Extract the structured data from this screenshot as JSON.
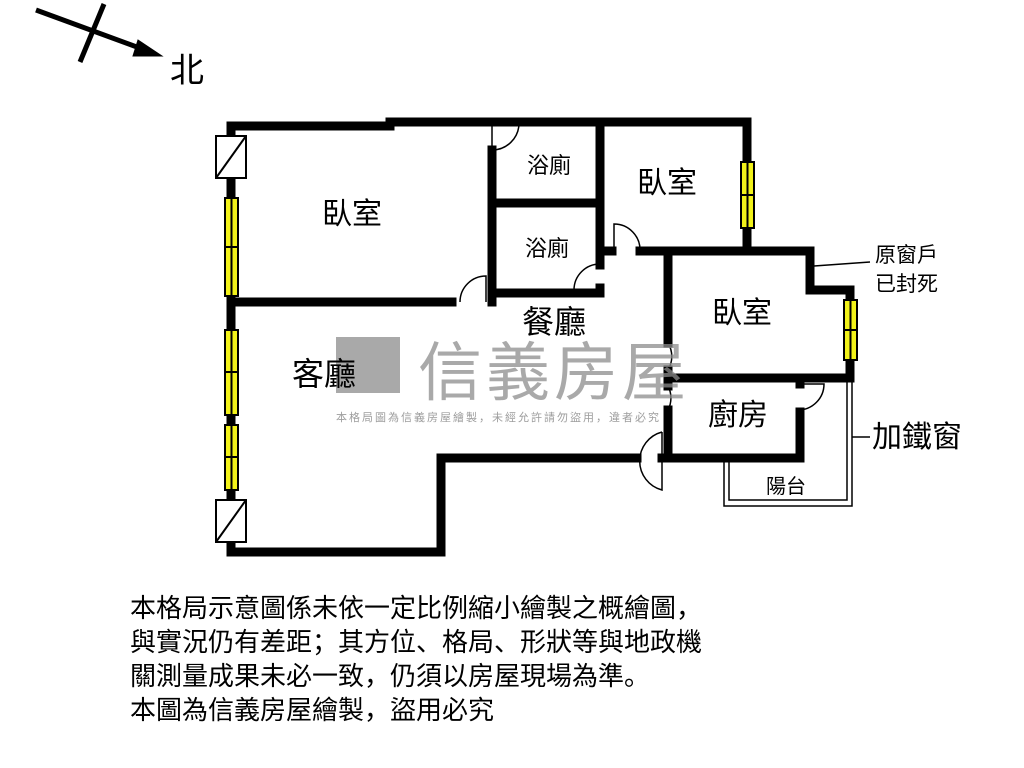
{
  "compass": {
    "label": "北"
  },
  "rooms": {
    "bedroom_1": "臥室",
    "bathroom_1": "浴廁",
    "bathroom_2": "浴廁",
    "bedroom_2": "臥室",
    "bedroom_3": "臥室",
    "living_room": "客廳",
    "dining_room": "餐廳",
    "kitchen": "廚房",
    "balcony": "陽台"
  },
  "annotations": {
    "sealed_window_line1": "原窗戶",
    "sealed_window_line2": "已封死",
    "iron_window": "加鐵窗"
  },
  "watermark": {
    "brand": "信義房屋",
    "notice": "本格局圖為信義房屋繪製，未經允許請勿盜用，違者必究"
  },
  "disclaimer": [
    "本格局示意圖係未依一定比例縮小繪製之概繪圖，",
    "與實況仍有差距；其方位、格局、形狀等與地政機",
    "關測量成果未必一致，仍須以房屋現場為準。",
    "本圖為信義房屋繪製，盜用必究"
  ],
  "colors": {
    "wall": "#000000",
    "window": "#f2f21a",
    "watermark": "#8c8c8c"
  }
}
